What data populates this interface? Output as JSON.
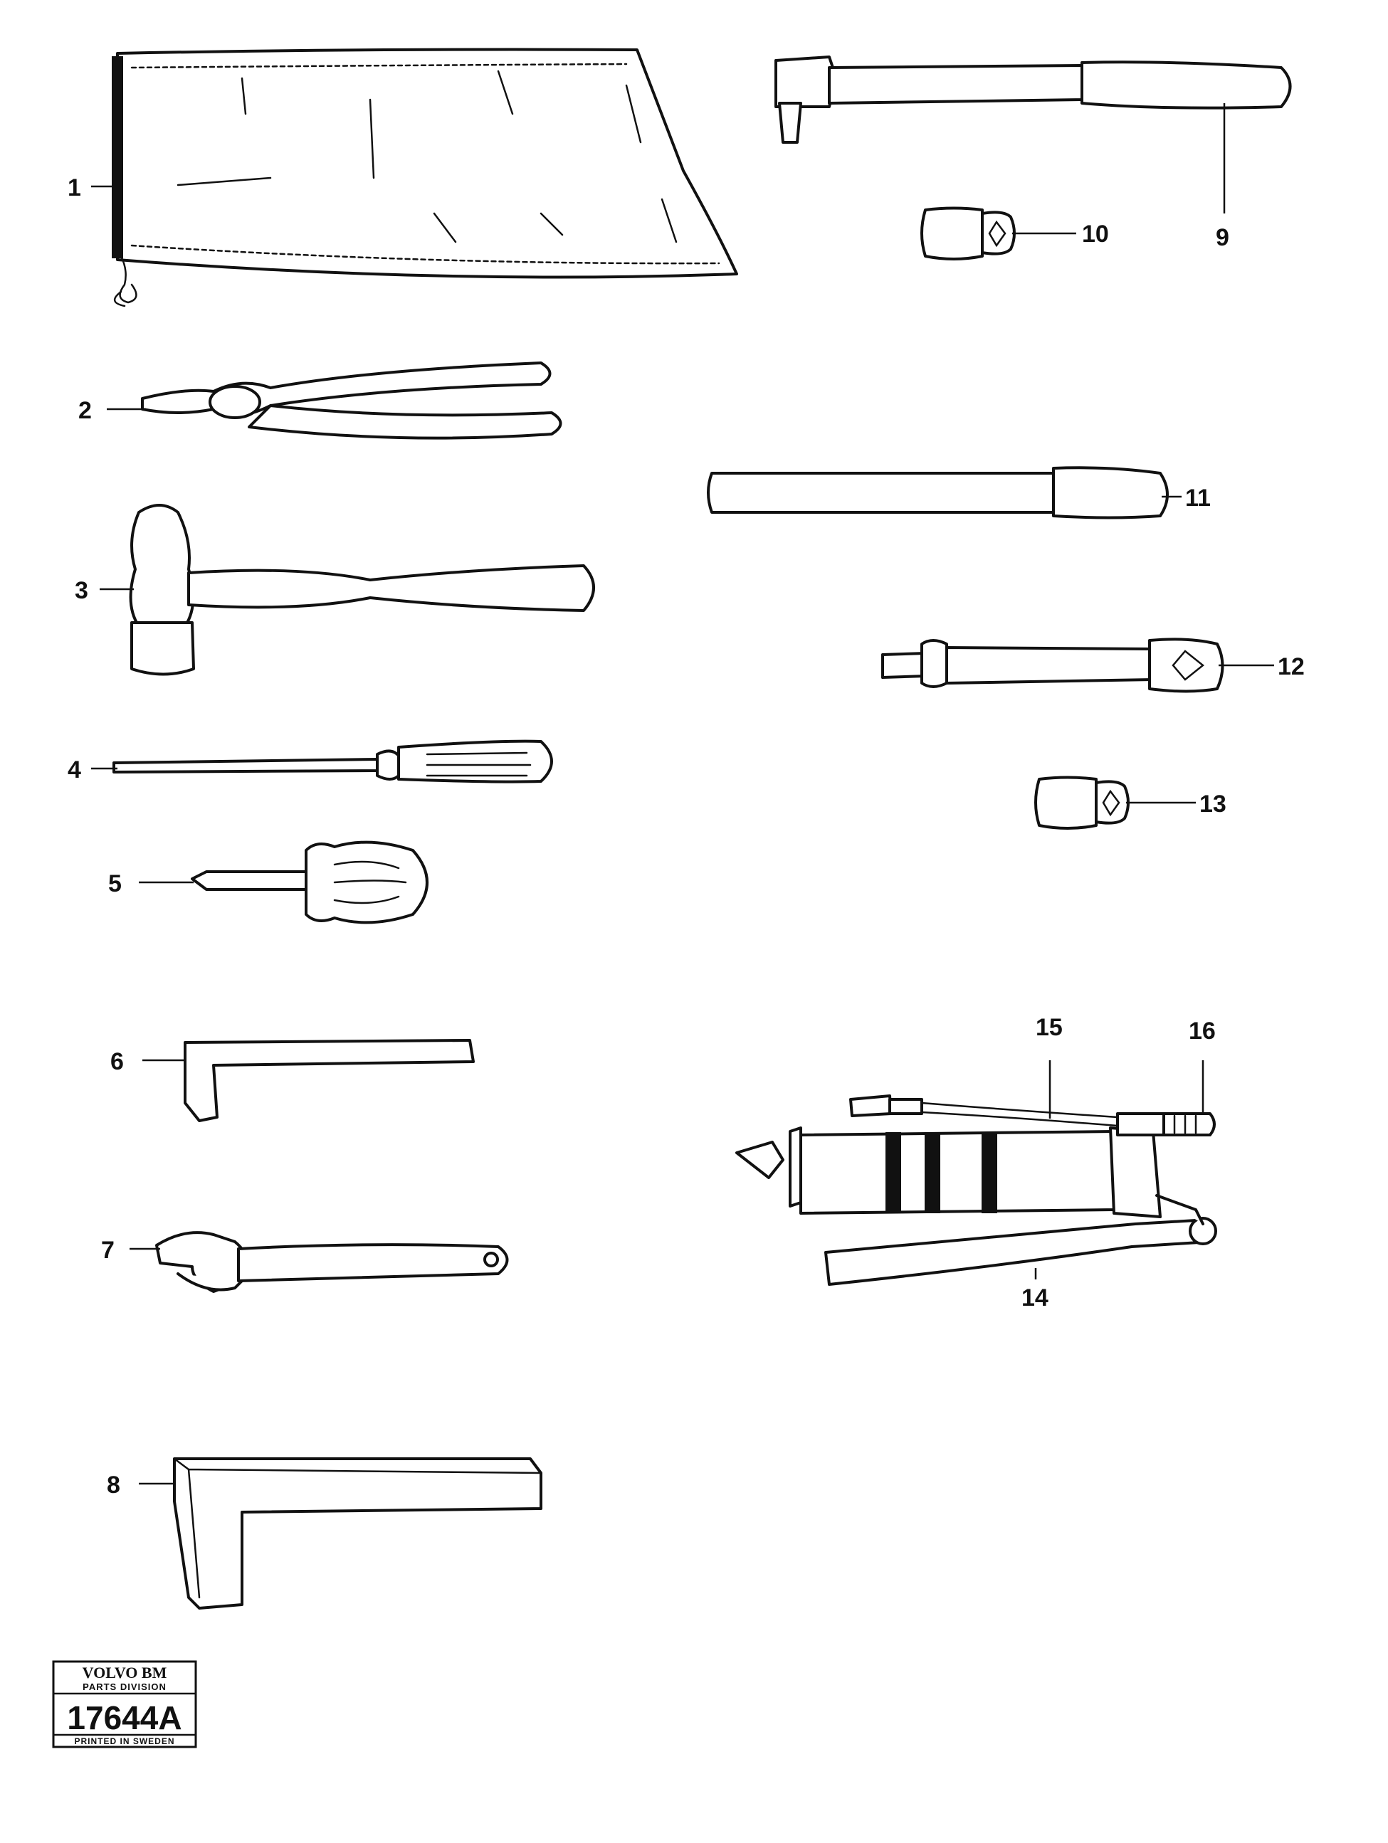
{
  "callouts": [
    "1",
    "2",
    "3",
    "4",
    "5",
    "6",
    "7",
    "8",
    "9",
    "10",
    "11",
    "12",
    "13",
    "14",
    "15",
    "16"
  ],
  "stamp": {
    "brand": "VOLVO BM",
    "division": "PARTS DIVISION",
    "number": "17644A",
    "origin": "PRINTED IN SWEDEN"
  },
  "colors": {
    "ink": "#111111",
    "paper": "#ffffff"
  }
}
